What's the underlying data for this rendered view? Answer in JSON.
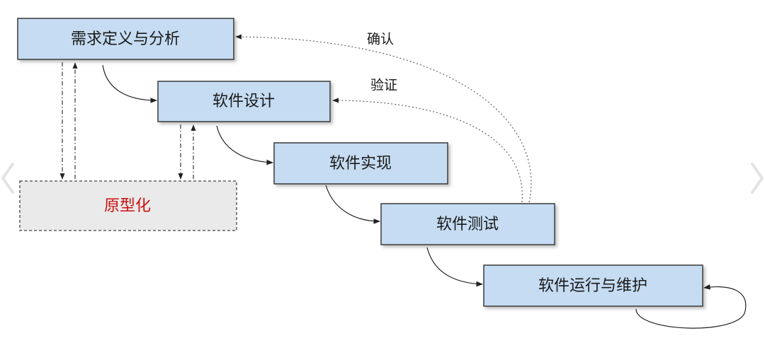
{
  "stages": {
    "requirements": "需求定义与分析",
    "design": "软件设计",
    "implementation": "软件实现",
    "testing": "软件测试",
    "operation": "软件运行与维护"
  },
  "prototype": {
    "label": "原型化"
  },
  "feedback": {
    "validation": "确认",
    "verification": "验证"
  },
  "icons": {
    "prev": "chevron-left-icon",
    "next": "chevron-right-icon"
  },
  "colors": {
    "stage_fill": "#c5dcf2",
    "stage_border": "#3a3a3a",
    "prototype_fill": "#eaeaea",
    "prototype_text": "#cc1010"
  }
}
